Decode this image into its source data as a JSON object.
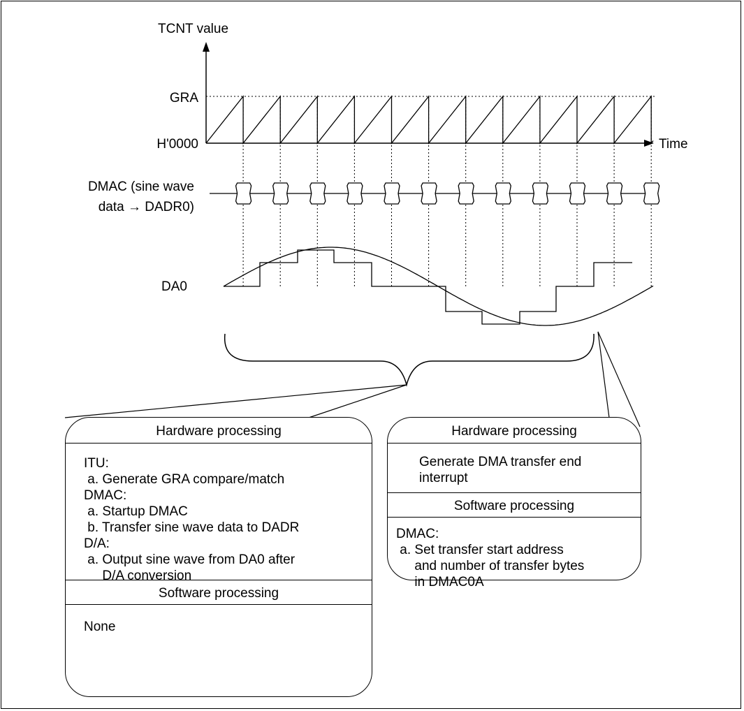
{
  "diagram": {
    "y_axis_label": "TCNT value",
    "level_high": "GRA",
    "level_low": "H'0000",
    "x_axis_label": "Time",
    "dmac_label_line1": "DMAC (sine wave",
    "dmac_label_line2": "data → DADR0)",
    "da_label": "DA0"
  },
  "left_box": {
    "hw_title": "Hardware processing",
    "hw_lines": [
      "ITU:",
      " a. Generate GRA compare/match",
      "DMAC:",
      " a. Startup DMAC",
      " b. Transfer sine wave data to DADR",
      "D/A:",
      " a. Output sine wave from DA0 after",
      "     D/A conversion"
    ],
    "sw_title": "Software processing",
    "sw_lines": [
      "None"
    ]
  },
  "right_box": {
    "hw_title": "Hardware processing",
    "hw_lines": [
      "Generate DMA transfer end",
      "interrupt"
    ],
    "sw_title": "Software processing",
    "sw_lines": [
      "DMAC:",
      " a. Set transfer start address",
      "     and number of transfer bytes",
      "     in DMAC0A"
    ]
  }
}
